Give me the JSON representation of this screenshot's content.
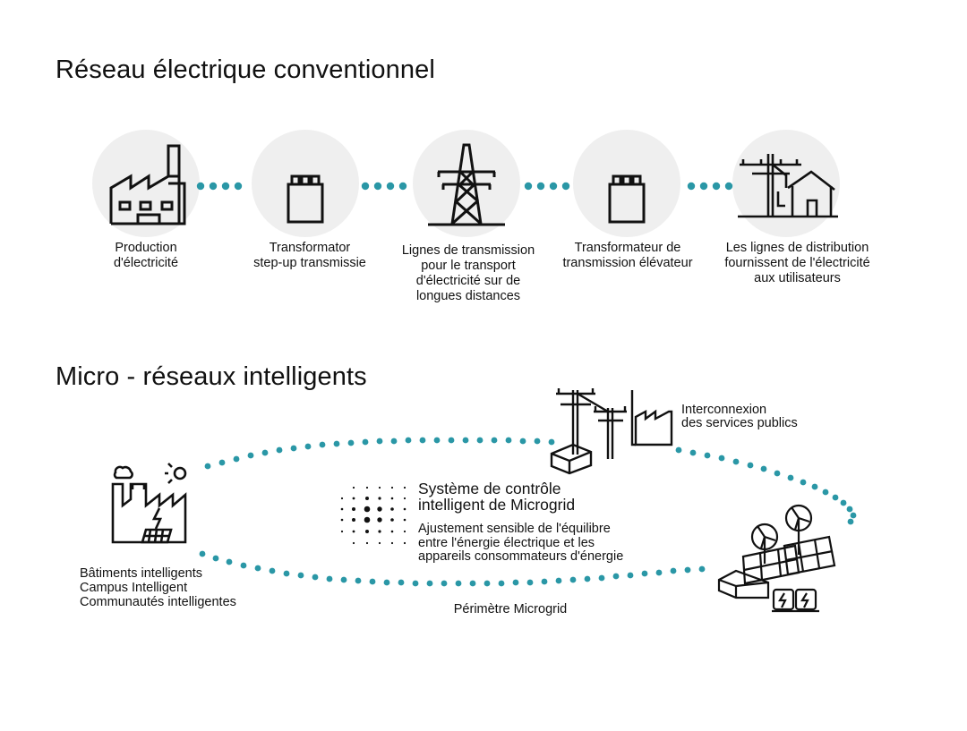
{
  "section1": {
    "title": "Réseau électrique conventionnel",
    "steps": [
      {
        "icon": "factory-icon",
        "label": [
          "Production",
          "d'électricité"
        ]
      },
      {
        "icon": "transformer-icon",
        "label": [
          "Transformator",
          "step-up transmissie"
        ]
      },
      {
        "icon": "transmission-tower-icon",
        "label": [
          "Lignes de transmission",
          "pour le transport",
          "d'électricité sur de",
          "longues distances"
        ]
      },
      {
        "icon": "transformer-icon",
        "label": [
          "Transformateur de",
          "transmission élévateur"
        ]
      },
      {
        "icon": "power-pole-house-icon",
        "label": [
          "Les lignes de distribution",
          "fournissent de l'électricité",
          "aux utilisateurs"
        ]
      }
    ]
  },
  "section2": {
    "title": "Micro - réseaux intelligents",
    "utility": {
      "icon": "utility-grid-icon",
      "label": [
        "Interconnexion",
        "des services publics"
      ]
    },
    "smart": {
      "icon": "smart-factory-solar-icon",
      "label": [
        "Bâtiments intelligents",
        "Campus Intelligent",
        "Communautés intelligentes"
      ]
    },
    "renewables": {
      "icon": "solar-wind-battery-icon"
    },
    "control": {
      "icon": "dot-grid-icon",
      "title": [
        "Système de contrôle",
        "intelligent de Microgrid"
      ],
      "body": [
        "Ajustement sensible de l'équilibre",
        "entre l'énergie électrique et les",
        "appareils consommateurs d'énergie"
      ]
    },
    "perimeter_label": "Périmètre Microgrid"
  },
  "colors": {
    "accent": "#2a97a6",
    "circle": "#efefef",
    "stroke": "#111111"
  }
}
